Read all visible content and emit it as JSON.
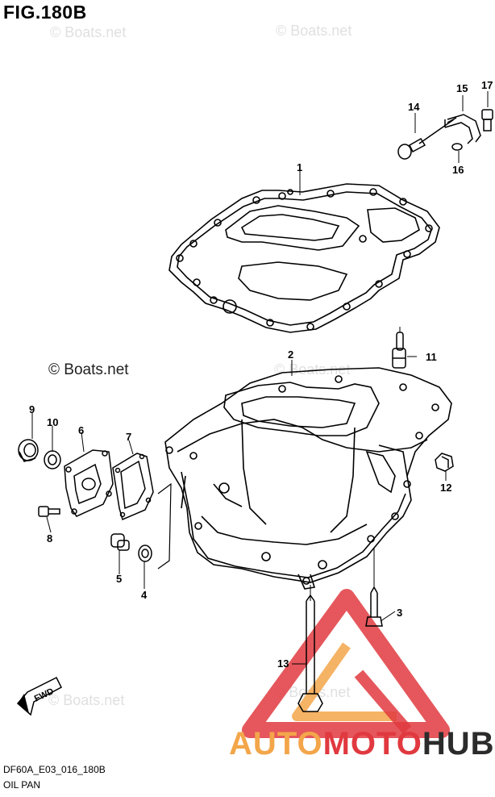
{
  "figure": {
    "title": "FIG.180B",
    "code": "DF60A_E03_016_180B",
    "caption": "OIL PAN"
  },
  "watermarks": [
    "© Boats.net",
    "© Boats.net",
    "© Boats.net",
    "© Boats.net",
    "© Boats.net",
    "© Boats.net"
  ],
  "brand": {
    "part1": "AUTO",
    "part2": "MOTO",
    "part3": "HUB",
    "colors": {
      "orange": "#f3a64a",
      "red": "#e0393f",
      "dark": "#2b2b2b"
    }
  },
  "fwd_label": "FWD",
  "callouts": {
    "c1": "1",
    "c2": "2",
    "c3": "3",
    "c4": "4",
    "c5": "5",
    "c6": "6",
    "c7": "7",
    "c8": "8",
    "c9": "9",
    "c10": "10",
    "c11": "11",
    "c12": "12",
    "c13": "13",
    "c14": "14",
    "c15": "15",
    "c16": "16",
    "c17": "17"
  }
}
